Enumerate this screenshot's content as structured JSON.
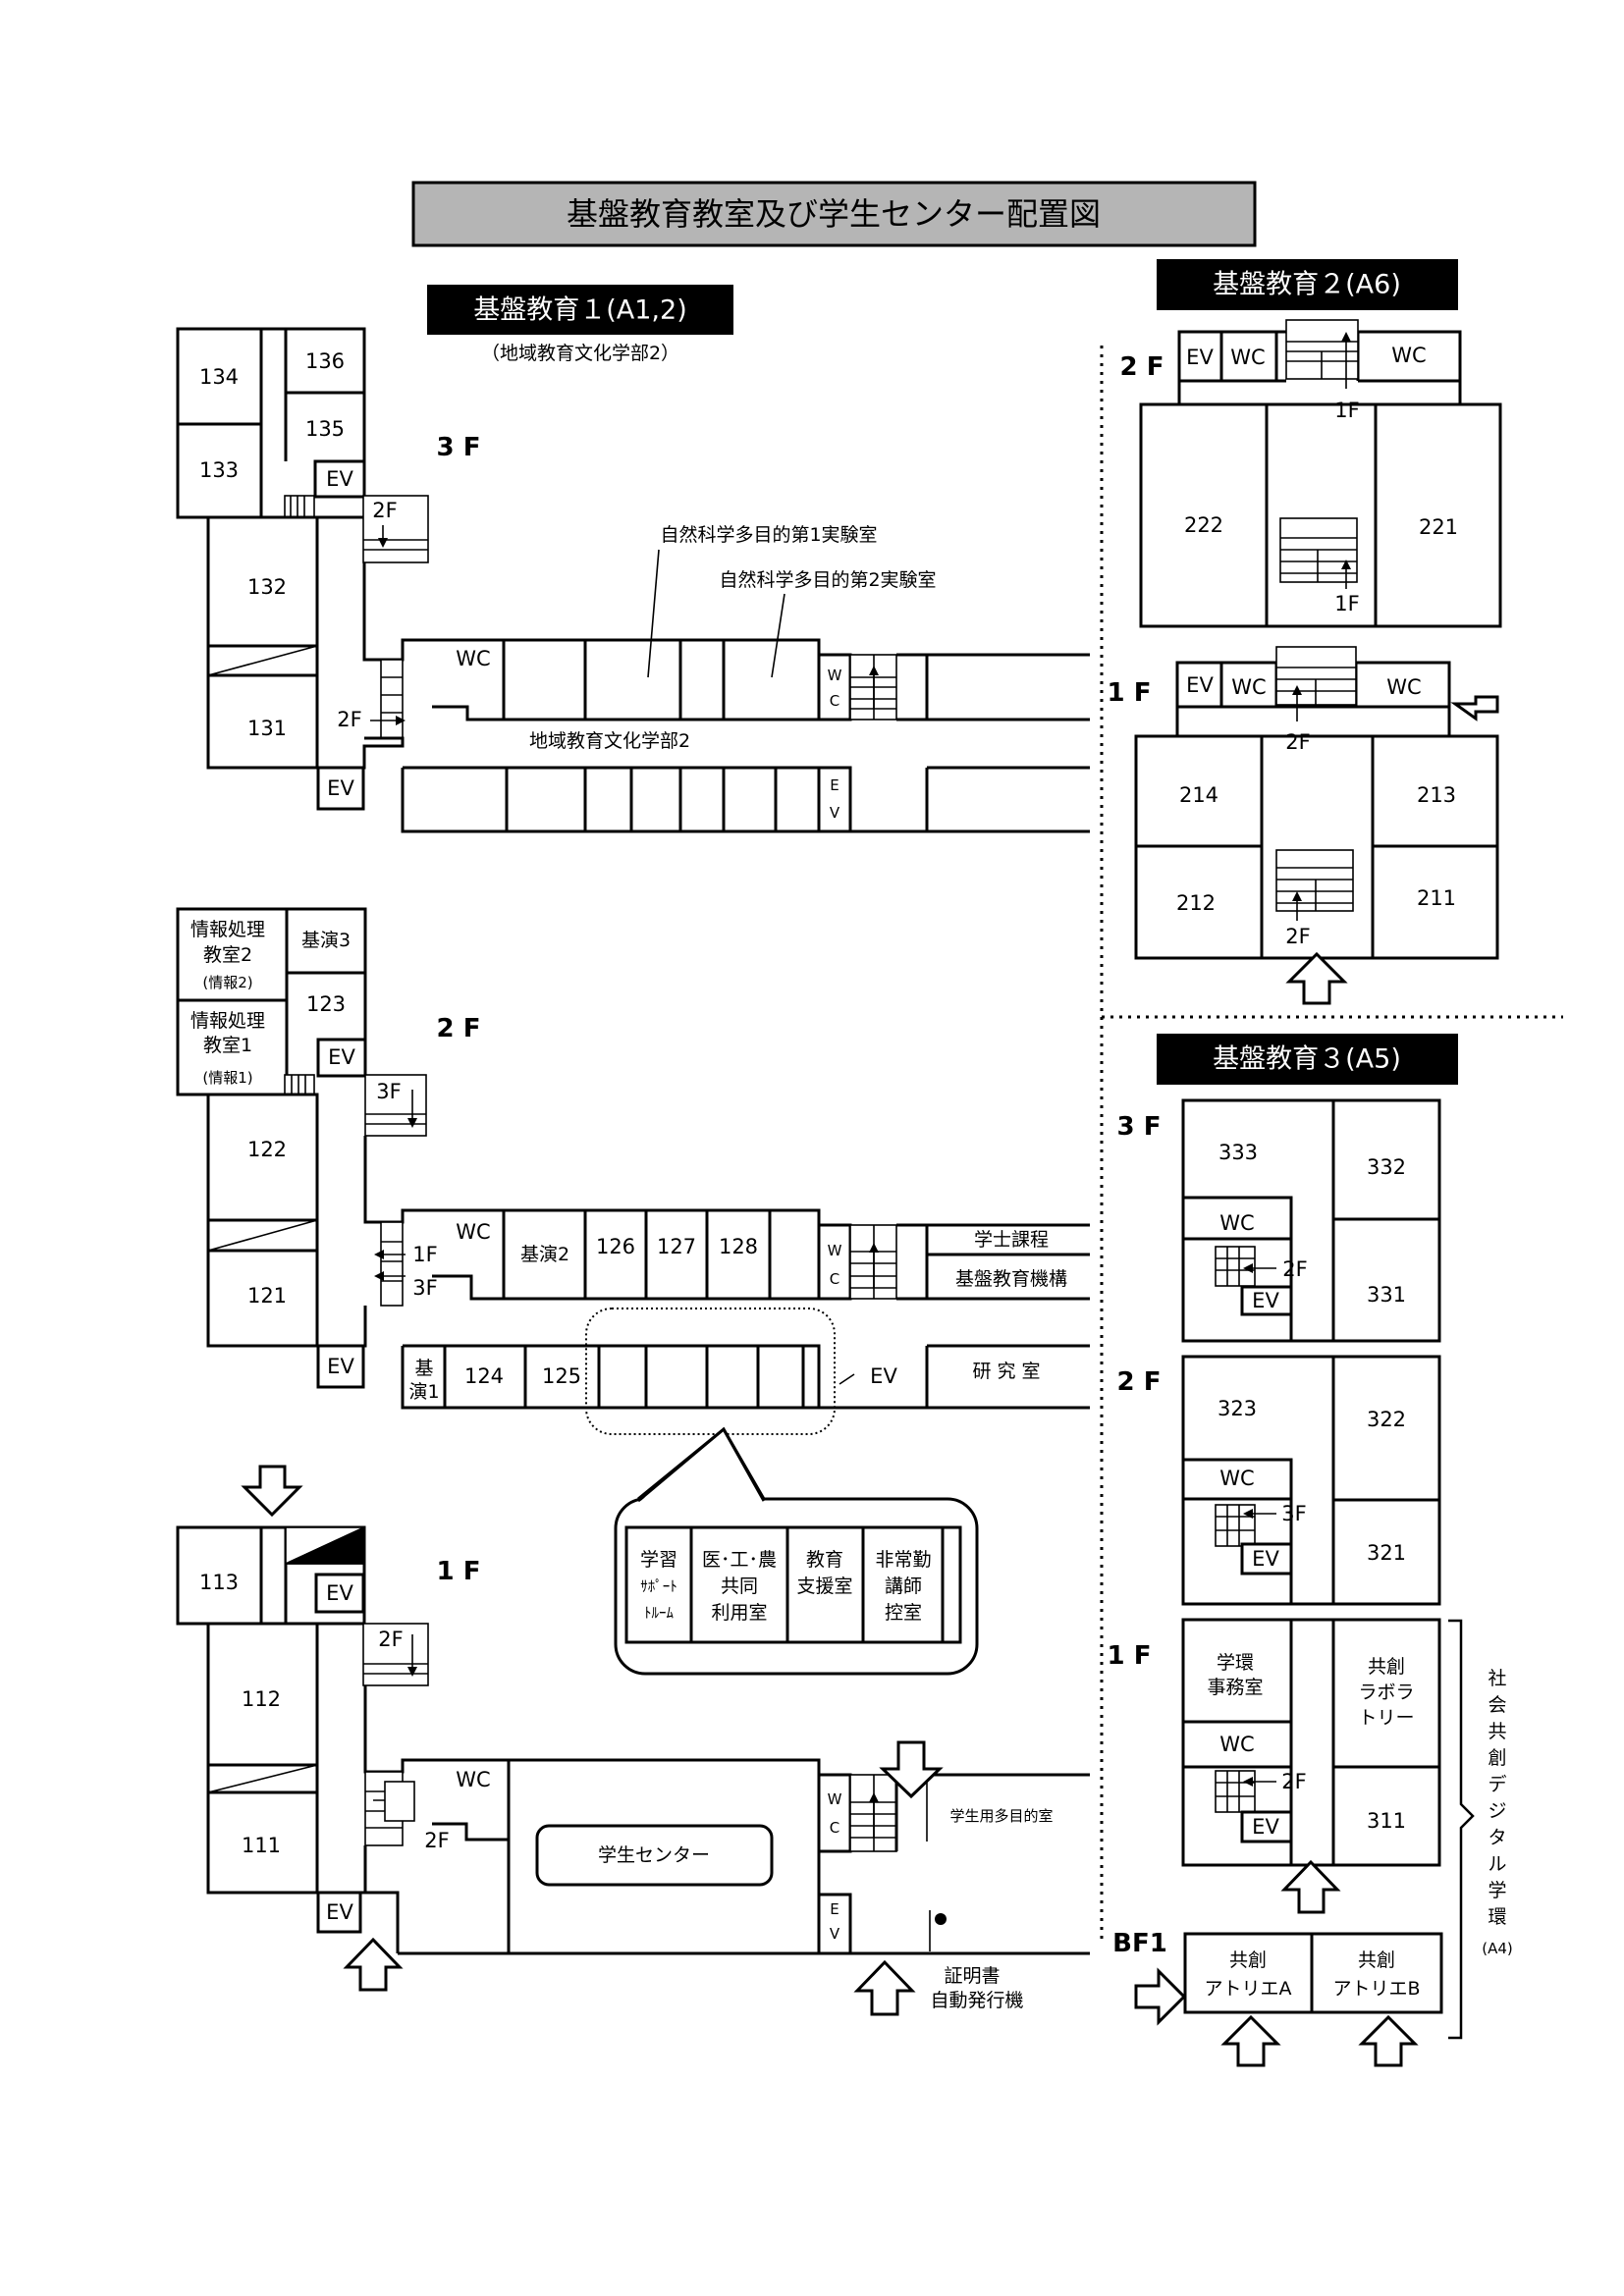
{
  "title": "基盤教育教室及び学生センター配置図",
  "buildings": {
    "b1": {
      "name": "基盤教育１(A1,2)",
      "note": "（地域教育文化学部2）"
    },
    "b2": {
      "name": "基盤教育２(A6)"
    },
    "b3": {
      "name": "基盤教育３(A5)"
    }
  },
  "floors": {
    "f3": "3 F",
    "f2": "2 F",
    "f1": "1 F",
    "bf1": "BF1"
  },
  "common": {
    "ev": "EV",
    "wc": "WC",
    "w": "W",
    "c": "C",
    "e": "E",
    "v": "V"
  },
  "arrows": {
    "to1f": "1F",
    "to2f": "2F",
    "to3f": "3F"
  },
  "b1_3f": {
    "rooms": [
      "134",
      "133",
      "136",
      "135",
      "132",
      "131"
    ],
    "lab1": "自然科学多目的第1実験室",
    "lab2": "自然科学多目的第2実験室",
    "dept": "地域教育文化学部2"
  },
  "b1_2f": {
    "info2": [
      "情報処理",
      "教室2",
      "(情報2)"
    ],
    "info1": [
      "情報処理",
      "教室1",
      "(情報1)"
    ],
    "kien3": "基演3",
    "r123": "123",
    "r122": "122",
    "r121": "121",
    "kien2": "基演2",
    "r126": "126",
    "r127": "127",
    "r128": "128",
    "kien1": [
      "基",
      "演1"
    ],
    "r124": "124",
    "r125": "125",
    "gakushi": "学士課程",
    "kiban": "基盤教育機構",
    "kenkyu": "研 究 室",
    "callout": [
      [
        "学習",
        "ｻﾎﾟｰﾄ",
        "ﾄﾙｰﾑ"
      ],
      [
        "医･工･農",
        "共同",
        "利用室"
      ],
      [
        "教育",
        "支援室"
      ],
      [
        "非常勤",
        "講師",
        "控室"
      ]
    ]
  },
  "b1_1f": {
    "r113": "113",
    "r112": "112",
    "r111": "111",
    "center": "学生センター",
    "multi": "学生用多目的室",
    "cert": [
      "証明書",
      "自動発行機"
    ]
  },
  "b2": {
    "r222": "222",
    "r221": "221",
    "r214": "214",
    "r213": "213",
    "r212": "212",
    "r211": "211"
  },
  "b3": {
    "r333": "333",
    "r332": "332",
    "r331": "331",
    "r323": "323",
    "r322": "322",
    "r321": "321",
    "office": [
      "学環",
      "事務室"
    ],
    "labo": [
      "共創",
      "ラボラ",
      "トリー"
    ],
    "r311": "311",
    "atelierA": [
      "共創",
      "アトリエA"
    ],
    "atelierB": [
      "共創",
      "アトリエB"
    ],
    "bracket": [
      "社",
      "会",
      "共",
      "創",
      "デ",
      "ジ",
      "タ",
      "ル",
      "学",
      "環",
      "(A4)"
    ]
  }
}
